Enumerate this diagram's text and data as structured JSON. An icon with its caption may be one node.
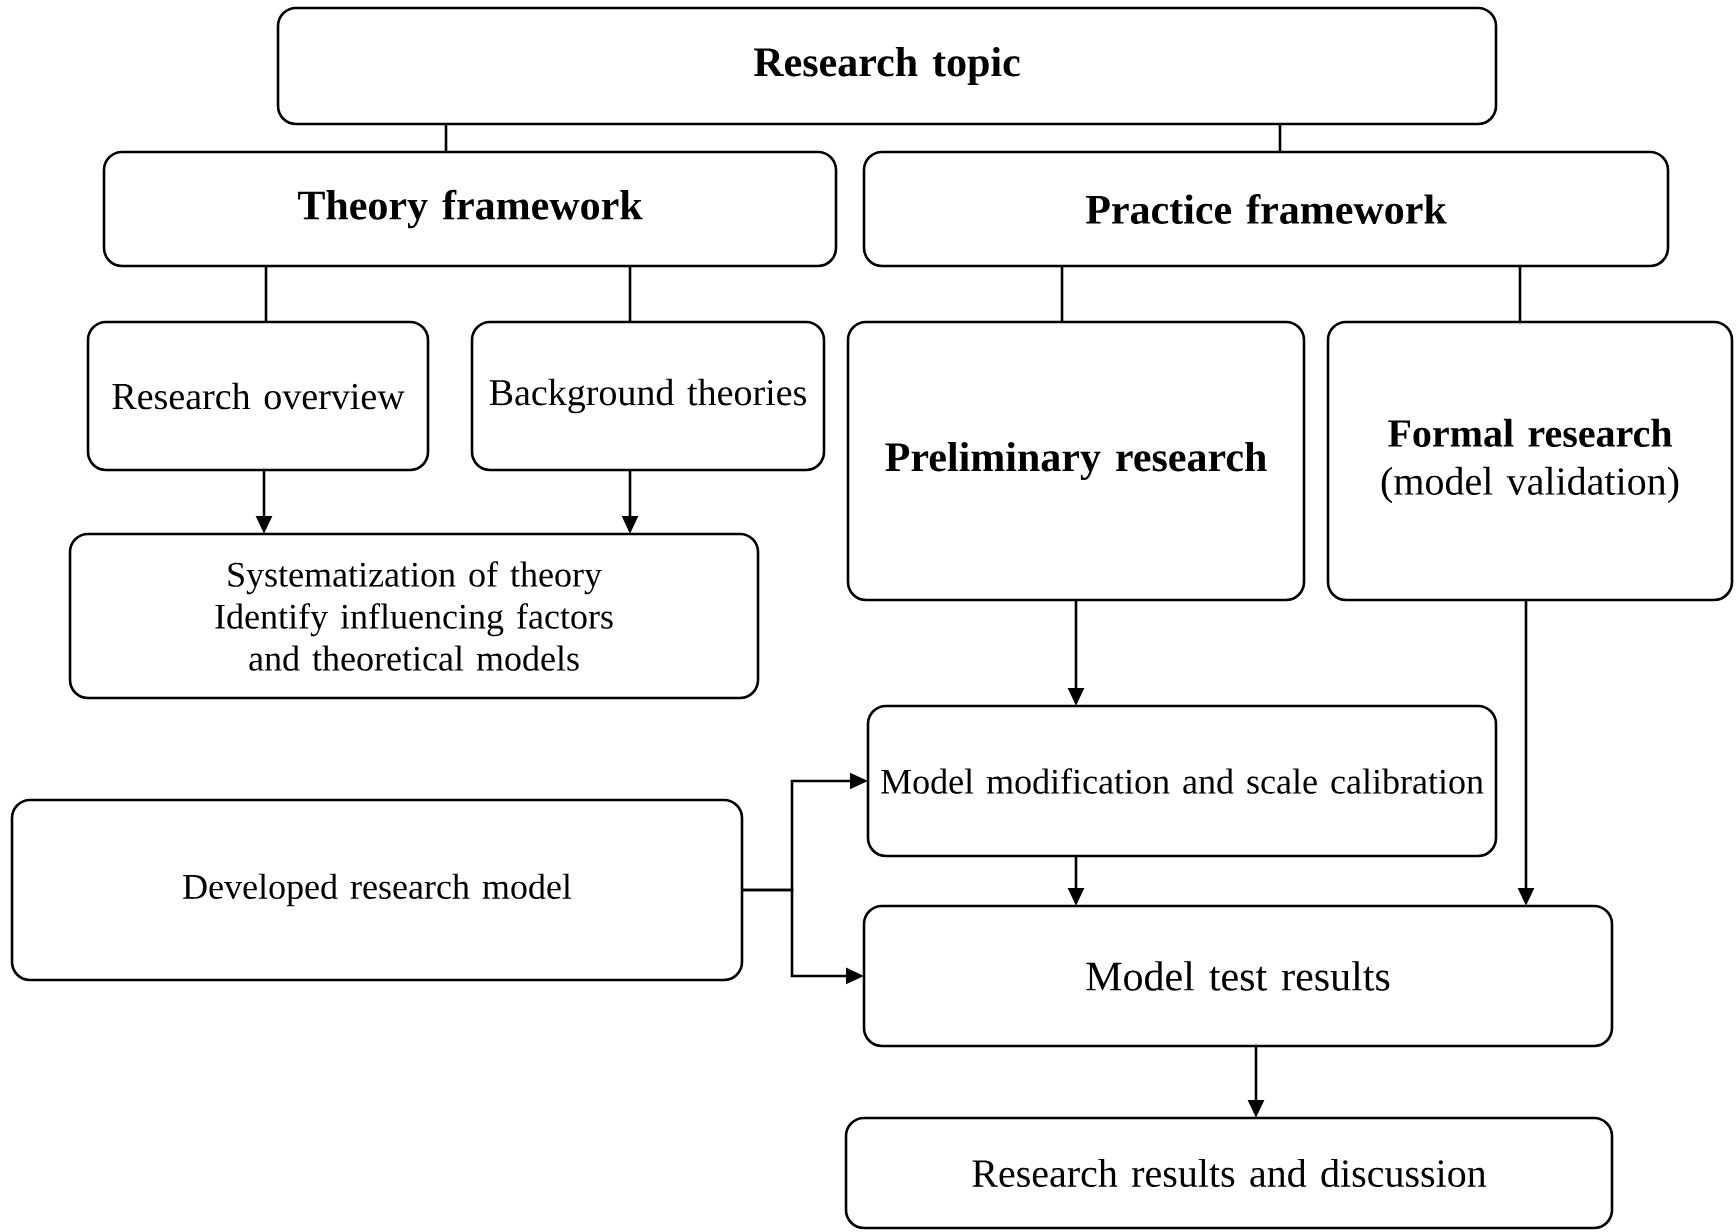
{
  "diagram": {
    "nodes": [
      {
        "text": [
          "Research topic"
        ]
      },
      {
        "text": [
          "Theory framework"
        ]
      },
      {
        "text": [
          "Practice framework"
        ]
      },
      {
        "text": [
          "Research overview"
        ]
      },
      {
        "text": [
          "Background theories"
        ]
      },
      {
        "text": [
          "Preliminary research"
        ]
      },
      {
        "text": [
          "Formal research",
          "(model validation)"
        ]
      },
      {
        "text": [
          "Systematization of theory",
          "Identify influencing factors and theoretical models"
        ]
      },
      {
        "text": [
          "Model modification and scale calibration"
        ]
      },
      {
        "text": [
          "Developed research model"
        ]
      },
      {
        "text": [
          "Model test results"
        ]
      },
      {
        "text": [
          "Research results and discussion"
        ]
      }
    ],
    "edges": [
      {
        "from": 0,
        "to": 1,
        "arrow": "none"
      },
      {
        "from": 0,
        "to": 2,
        "arrow": "none"
      },
      {
        "from": 1,
        "to": 3,
        "arrow": "none"
      },
      {
        "from": 1,
        "to": 4,
        "arrow": "none"
      },
      {
        "from": 2,
        "to": 5,
        "arrow": "none"
      },
      {
        "from": 2,
        "to": 6,
        "arrow": "none"
      },
      {
        "from": 3,
        "to": 7,
        "arrow": "to"
      },
      {
        "from": 4,
        "to": 7,
        "arrow": "to"
      },
      {
        "from": 5,
        "to": 8,
        "arrow": "to"
      },
      {
        "from": 6,
        "to": 10,
        "arrow": "to"
      },
      {
        "from": 8,
        "to": 10,
        "arrow": "to"
      },
      {
        "from": 9,
        "to": 8,
        "arrow": "to"
      },
      {
        "from": 9,
        "to": 10,
        "arrow": "to"
      },
      {
        "from": 10,
        "to": 11,
        "arrow": "to"
      }
    ]
  }
}
